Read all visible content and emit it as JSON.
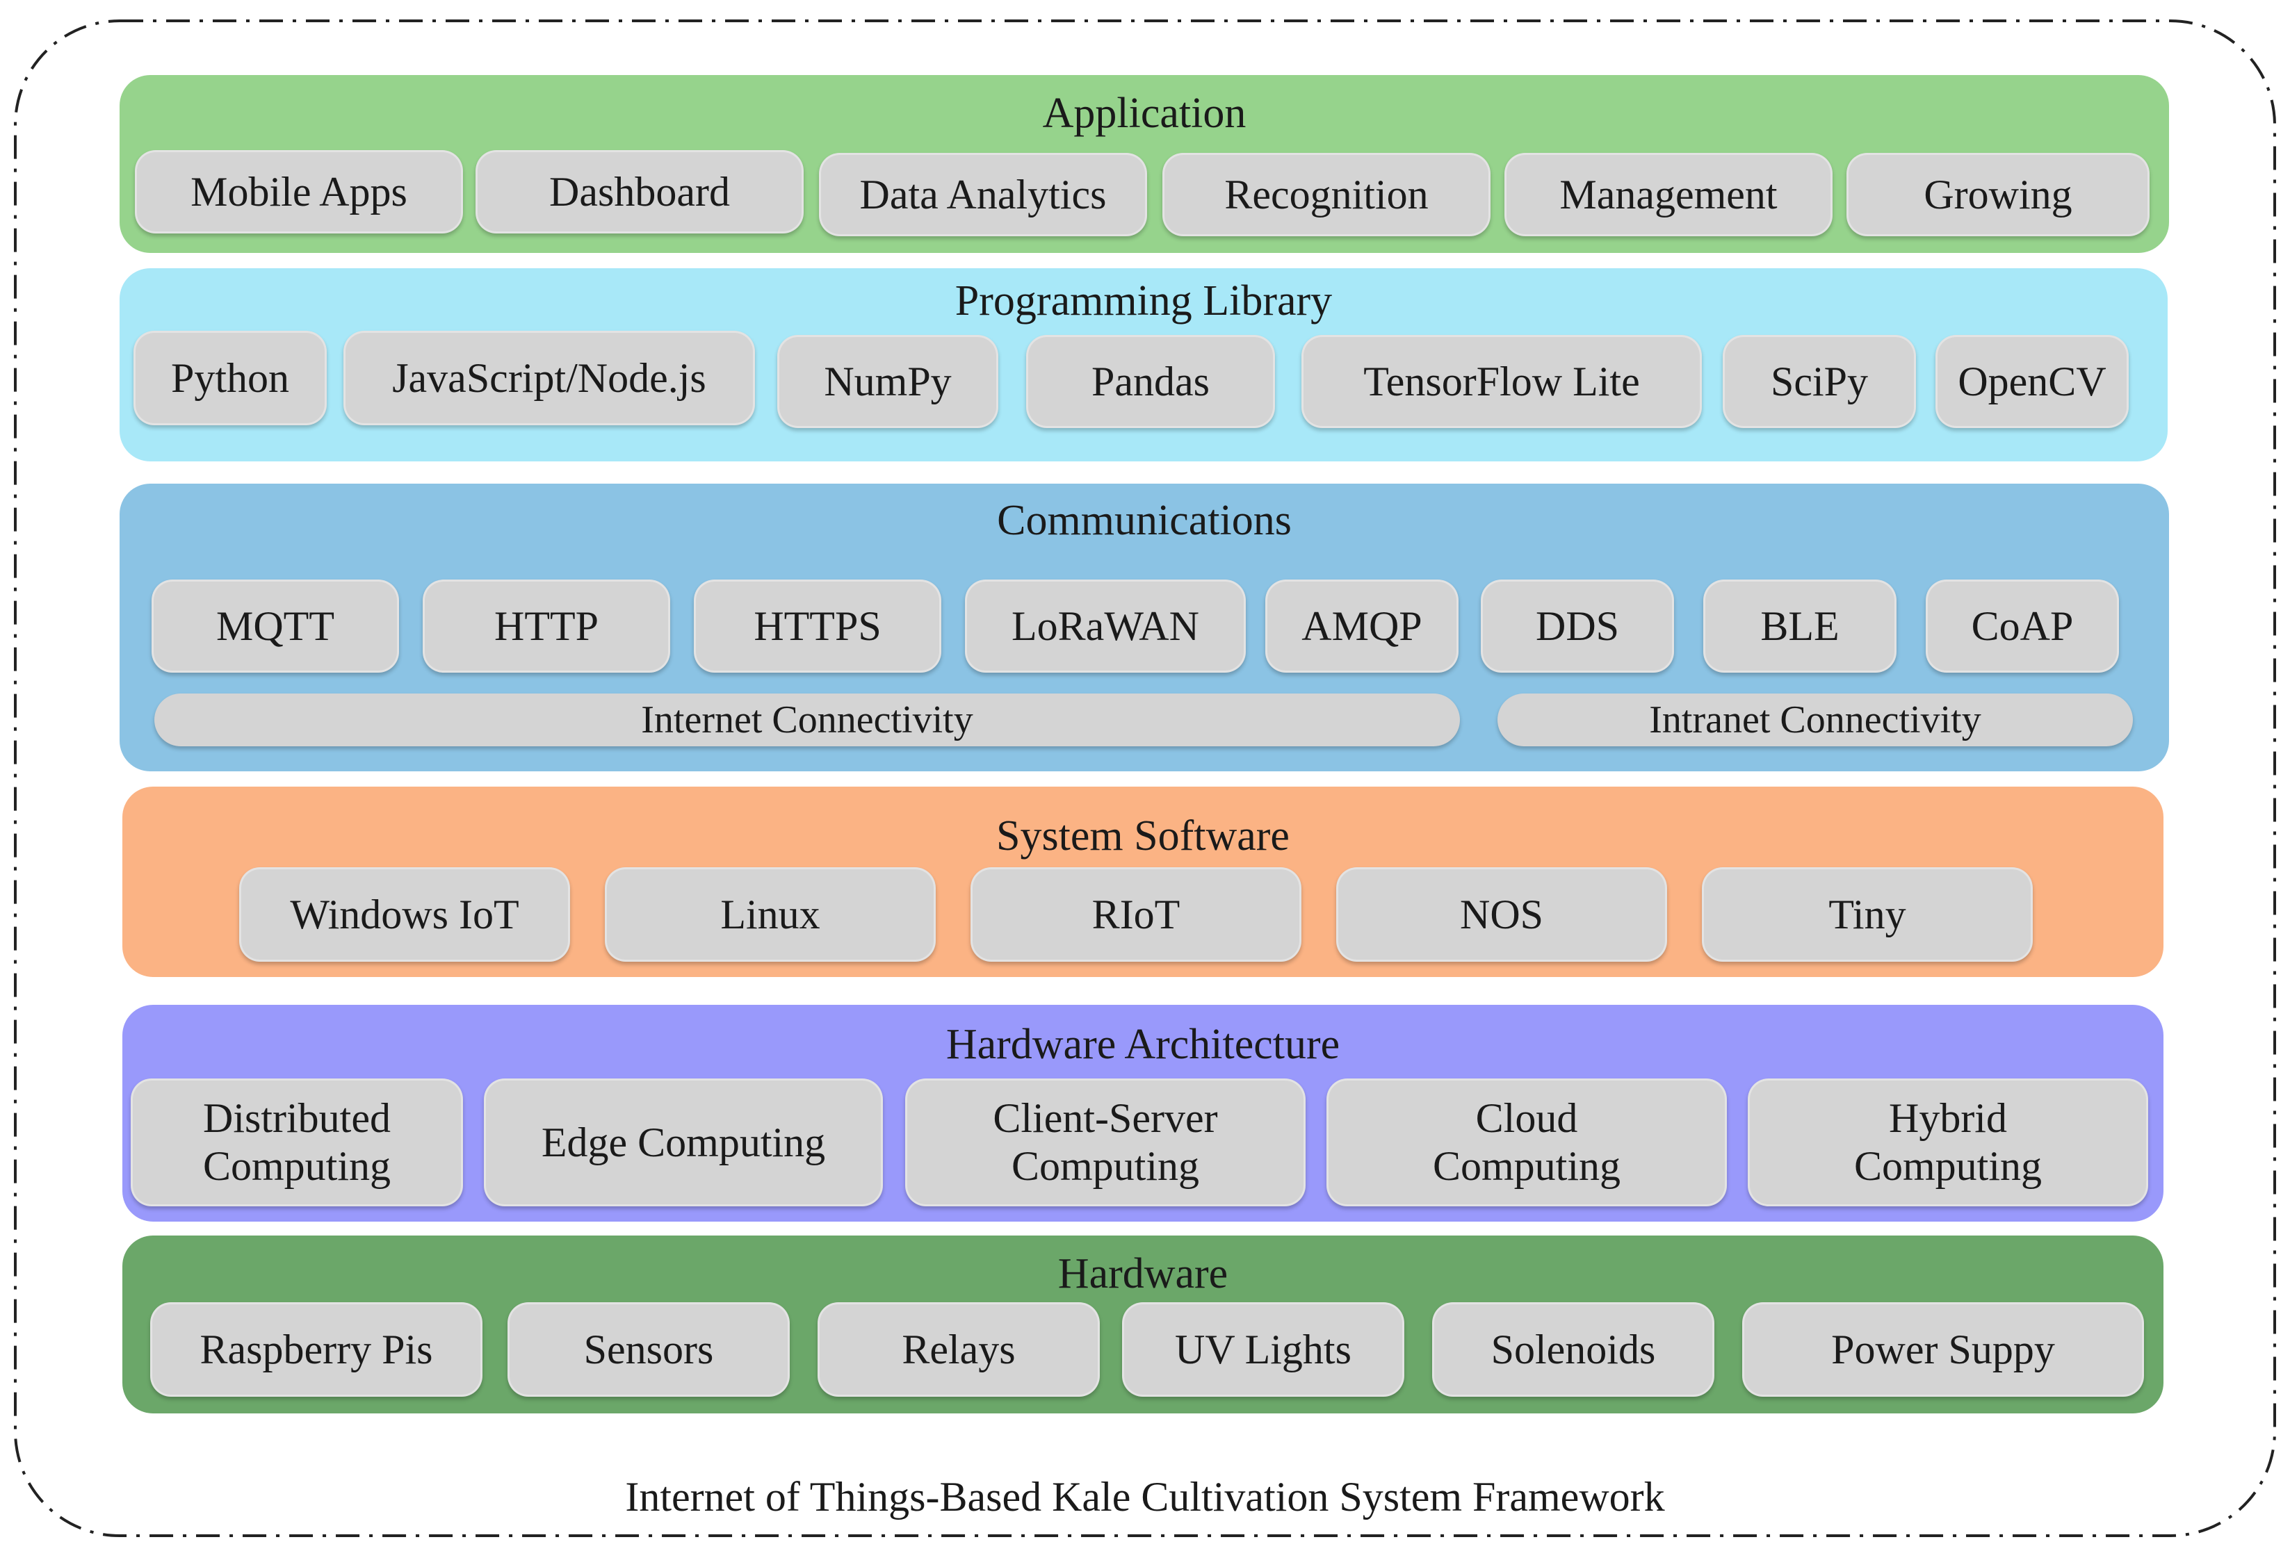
{
  "colors": {
    "application": "#96d38c",
    "programming": "#a8e8f8",
    "communications": "#8bc3e4",
    "system_software": "#fbb384",
    "hardware_architecture": "#9999fb",
    "hardware": "#6ba769",
    "chip": "#d4d4d4"
  },
  "layers": {
    "application": {
      "title": "Application",
      "items": [
        "Mobile Apps",
        "Dashboard",
        "Data Analytics",
        "Recognition",
        "Management",
        "Growing"
      ]
    },
    "programming": {
      "title": "Programming Library",
      "items": [
        "Python",
        "JavaScript/Node.js",
        "NumPy",
        "Pandas",
        "TensorFlow Lite",
        "SciPy",
        "OpenCV"
      ]
    },
    "communications": {
      "title": "Communications",
      "items": [
        "MQTT",
        "HTTP",
        "HTTPS",
        "LoRaWAN",
        "AMQP",
        "DDS",
        "BLE",
        "CoAP"
      ],
      "connectivity": [
        "Internet Connectivity",
        "Intranet Connectivity"
      ]
    },
    "system_software": {
      "title": "System Software",
      "items": [
        "Windows IoT",
        "Linux",
        "RIoT",
        "NOS",
        "Tiny"
      ]
    },
    "hardware_architecture": {
      "title": "Hardware Architecture",
      "items": [
        "Distributed Computing",
        "Edge Computing",
        "Client-Server Computing",
        "Cloud Computing",
        "Hybrid Computing"
      ]
    },
    "hardware": {
      "title": "Hardware",
      "items": [
        "Raspberry Pis",
        "Sensors",
        "Relays",
        "UV Lights",
        "Solenoids",
        "Power Suppy"
      ]
    }
  },
  "caption": "Internet of Things-Based Kale Cultivation System Framework"
}
